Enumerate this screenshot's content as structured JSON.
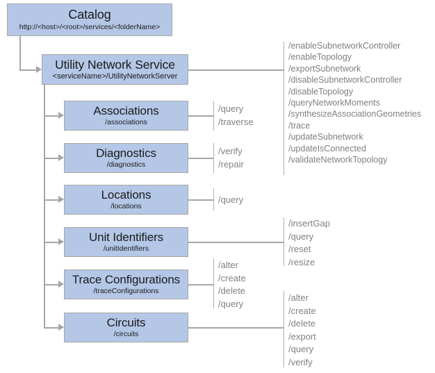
{
  "diagram": {
    "title": "Utility Network Service REST resource hierarchy",
    "colors": {
      "node_fill": "#b4c7e7",
      "node_border": "#a6a6a6",
      "connector": "#a6a6a6",
      "operation_text": "#808080",
      "node_text": "#1a1a1a",
      "background": "#ffffff"
    }
  },
  "nodes": {
    "catalog": {
      "title": "Catalog",
      "path": "http://<host>/<root>/services/<folderName>"
    },
    "service": {
      "title": "Utility Network Service",
      "path": "<serviceName>/UtilityNetworkServer"
    },
    "associations": {
      "title": "Associations",
      "path": "/associations"
    },
    "diagnostics": {
      "title": "Diagnostics",
      "path": "/diagnostics"
    },
    "locations": {
      "title": "Locations",
      "path": "/locations"
    },
    "unit_identifiers": {
      "title": "Unit Identifiers",
      "path": "/unitIdentifiers"
    },
    "trace_configurations": {
      "title": "Trace Configurations",
      "path": "/traceConfigurations"
    },
    "circuits": {
      "title": "Circuits",
      "path": "/circuits"
    }
  },
  "operations": {
    "service": [
      "/enableSubnetworkController",
      "/enableTopology",
      "/exportSubnetwork",
      "/disableSubnetworkController",
      "/disableTopology",
      "/queryNetworkMoments",
      "/synthesizeAssociationGeometries",
      "/trace",
      "/updateSubnetwork",
      "/updateIsConnected",
      "/validateNetworkTopology"
    ],
    "associations": [
      "/query",
      "/traverse"
    ],
    "diagnostics": [
      "/verify",
      "/repair"
    ],
    "locations": [
      "/query"
    ],
    "unit_identifiers": [
      "/insertGap",
      "/query",
      "/reset",
      "/resize"
    ],
    "trace_configurations": [
      "/alter",
      "/create",
      "/delete",
      "/query"
    ],
    "circuits": [
      "/alter",
      "/create",
      "/delete",
      "/export",
      "/query",
      "/verify"
    ]
  }
}
